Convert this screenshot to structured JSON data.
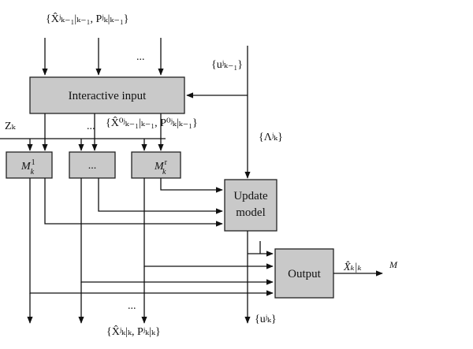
{
  "blocks": {
    "interactive_input": "Interactive input",
    "model_1": "M",
    "model_1_sup": "1",
    "model_1_sub": "k",
    "model_dots": "...",
    "model_r": "M",
    "model_r_sup": "r",
    "model_r_sub": "k",
    "update_model_line1": "Update",
    "update_model_line2": "model",
    "output": "Output"
  },
  "labels": {
    "top_input": "{X̂ʲₖ₋₁|ₖ₋₁, Pʲₖ|ₖ₋₁}",
    "top_dots": "...",
    "u_prev": "{uʲₖ₋₁}",
    "z_k": "Zₖ",
    "mixed_input": "{X̂⁰ʲₖ₋₁|ₖ₋₁, P⁰ʲₖ|ₖ₋₁}",
    "mid_dots": "...",
    "lambda": "{Λʲₖ}",
    "output_estimate": "X̂ₖ|ₖ",
    "output_target": "M",
    "bottom_dots": "...",
    "bottom_output": "{X̂ʲₖ|ₖ, Pʲₖ|ₖ}",
    "u_k": "{uʲₖ}"
  }
}
